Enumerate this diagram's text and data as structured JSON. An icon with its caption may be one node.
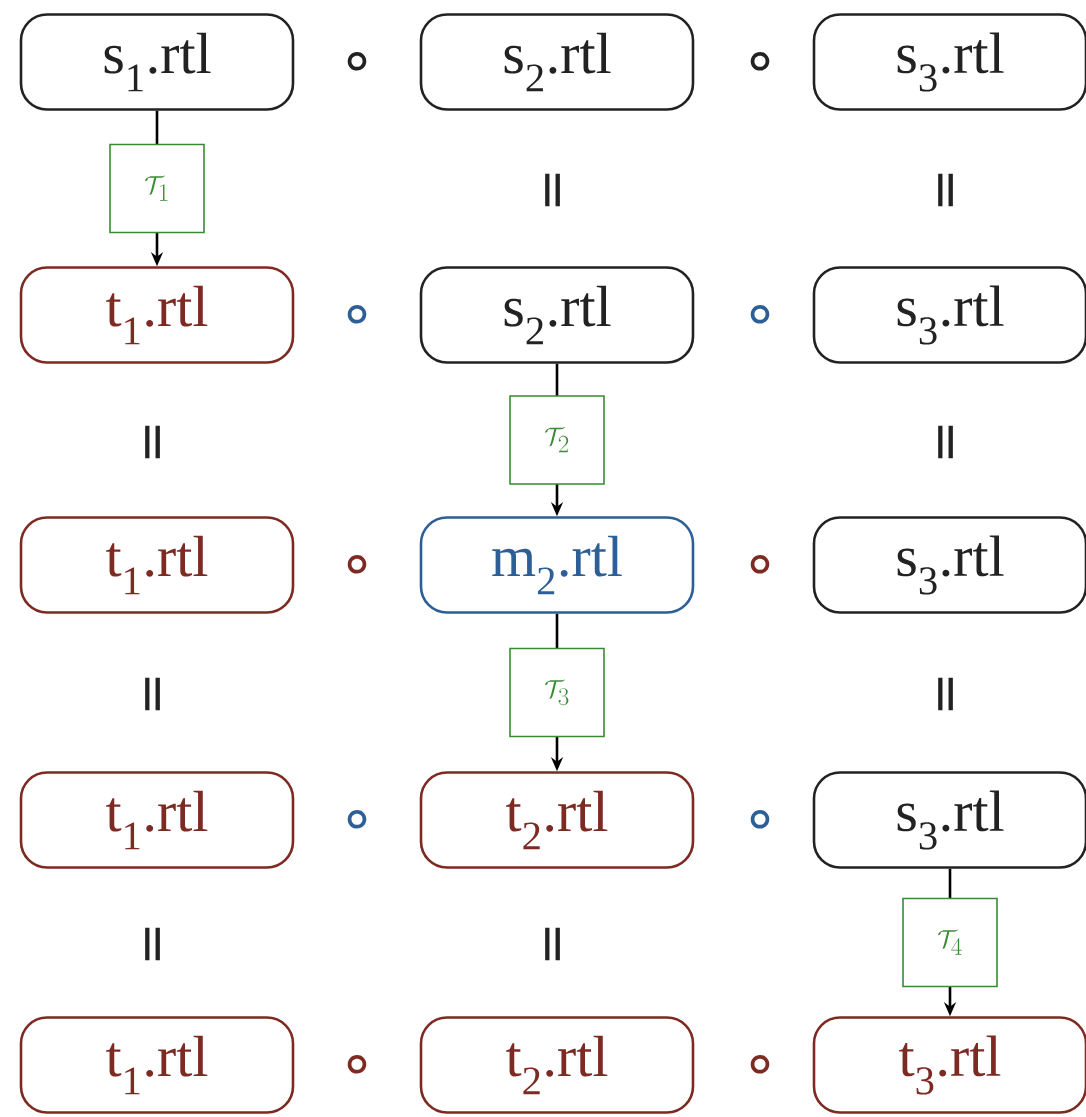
{
  "diagram": {
    "nodes": [
      {
        "text": [
          "s$_{1}$.rtl"
        ]
      },
      {
        "text": [
          "s$_{2}$.rtl"
        ]
      },
      {
        "text": [
          "s$_{3}$.rtl"
        ]
      },
      {
        "text": [
          "t$_{1}$.rtl"
        ]
      },
      {
        "text": [
          "s$_{2}$.rtl"
        ]
      },
      {
        "text": [
          "s$_{3}$.rtl"
        ]
      },
      {
        "text": [
          "t$_{1}$.rtl"
        ]
      },
      {
        "text": [
          "m$_{2}$.rtl"
        ]
      },
      {
        "text": [
          "s$_{3}$.rtl"
        ]
      },
      {
        "text": [
          "t$_{1}$.rtl"
        ]
      },
      {
        "text": [
          "t$_{2}$.rtl"
        ]
      },
      {
        "text": [
          "s$_{3}$.rtl"
        ]
      },
      {
        "text": [
          "t$_{1}$.rtl"
        ]
      },
      {
        "text": [
          "t$_{2}$.rtl"
        ]
      },
      {
        "text": [
          "t$_{3}$.rtl"
        ]
      }
    ],
    "edges": [
      {
        "from": 0,
        "to": 3,
        "arrow": "to",
        "label": "\\mathcal{T}_{1}"
      },
      {
        "from": 4,
        "to": 7,
        "arrow": "to",
        "label": "\\mathcal{T}_{2}"
      },
      {
        "from": 7,
        "to": 10,
        "arrow": "to",
        "label": "\\mathcal{T}_{3}"
      },
      {
        "from": 11,
        "to": 14,
        "arrow": "to",
        "label": "\\mathcal{T}_{4}"
      }
    ],
    "labels": [
      "∘",
      "∘",
      "=",
      "=",
      "∘",
      "∘",
      "=",
      "=",
      "∘",
      "∘",
      "=",
      "=",
      "∘",
      "∘",
      "=",
      "=",
      "∘",
      "∘"
    ]
  }
}
